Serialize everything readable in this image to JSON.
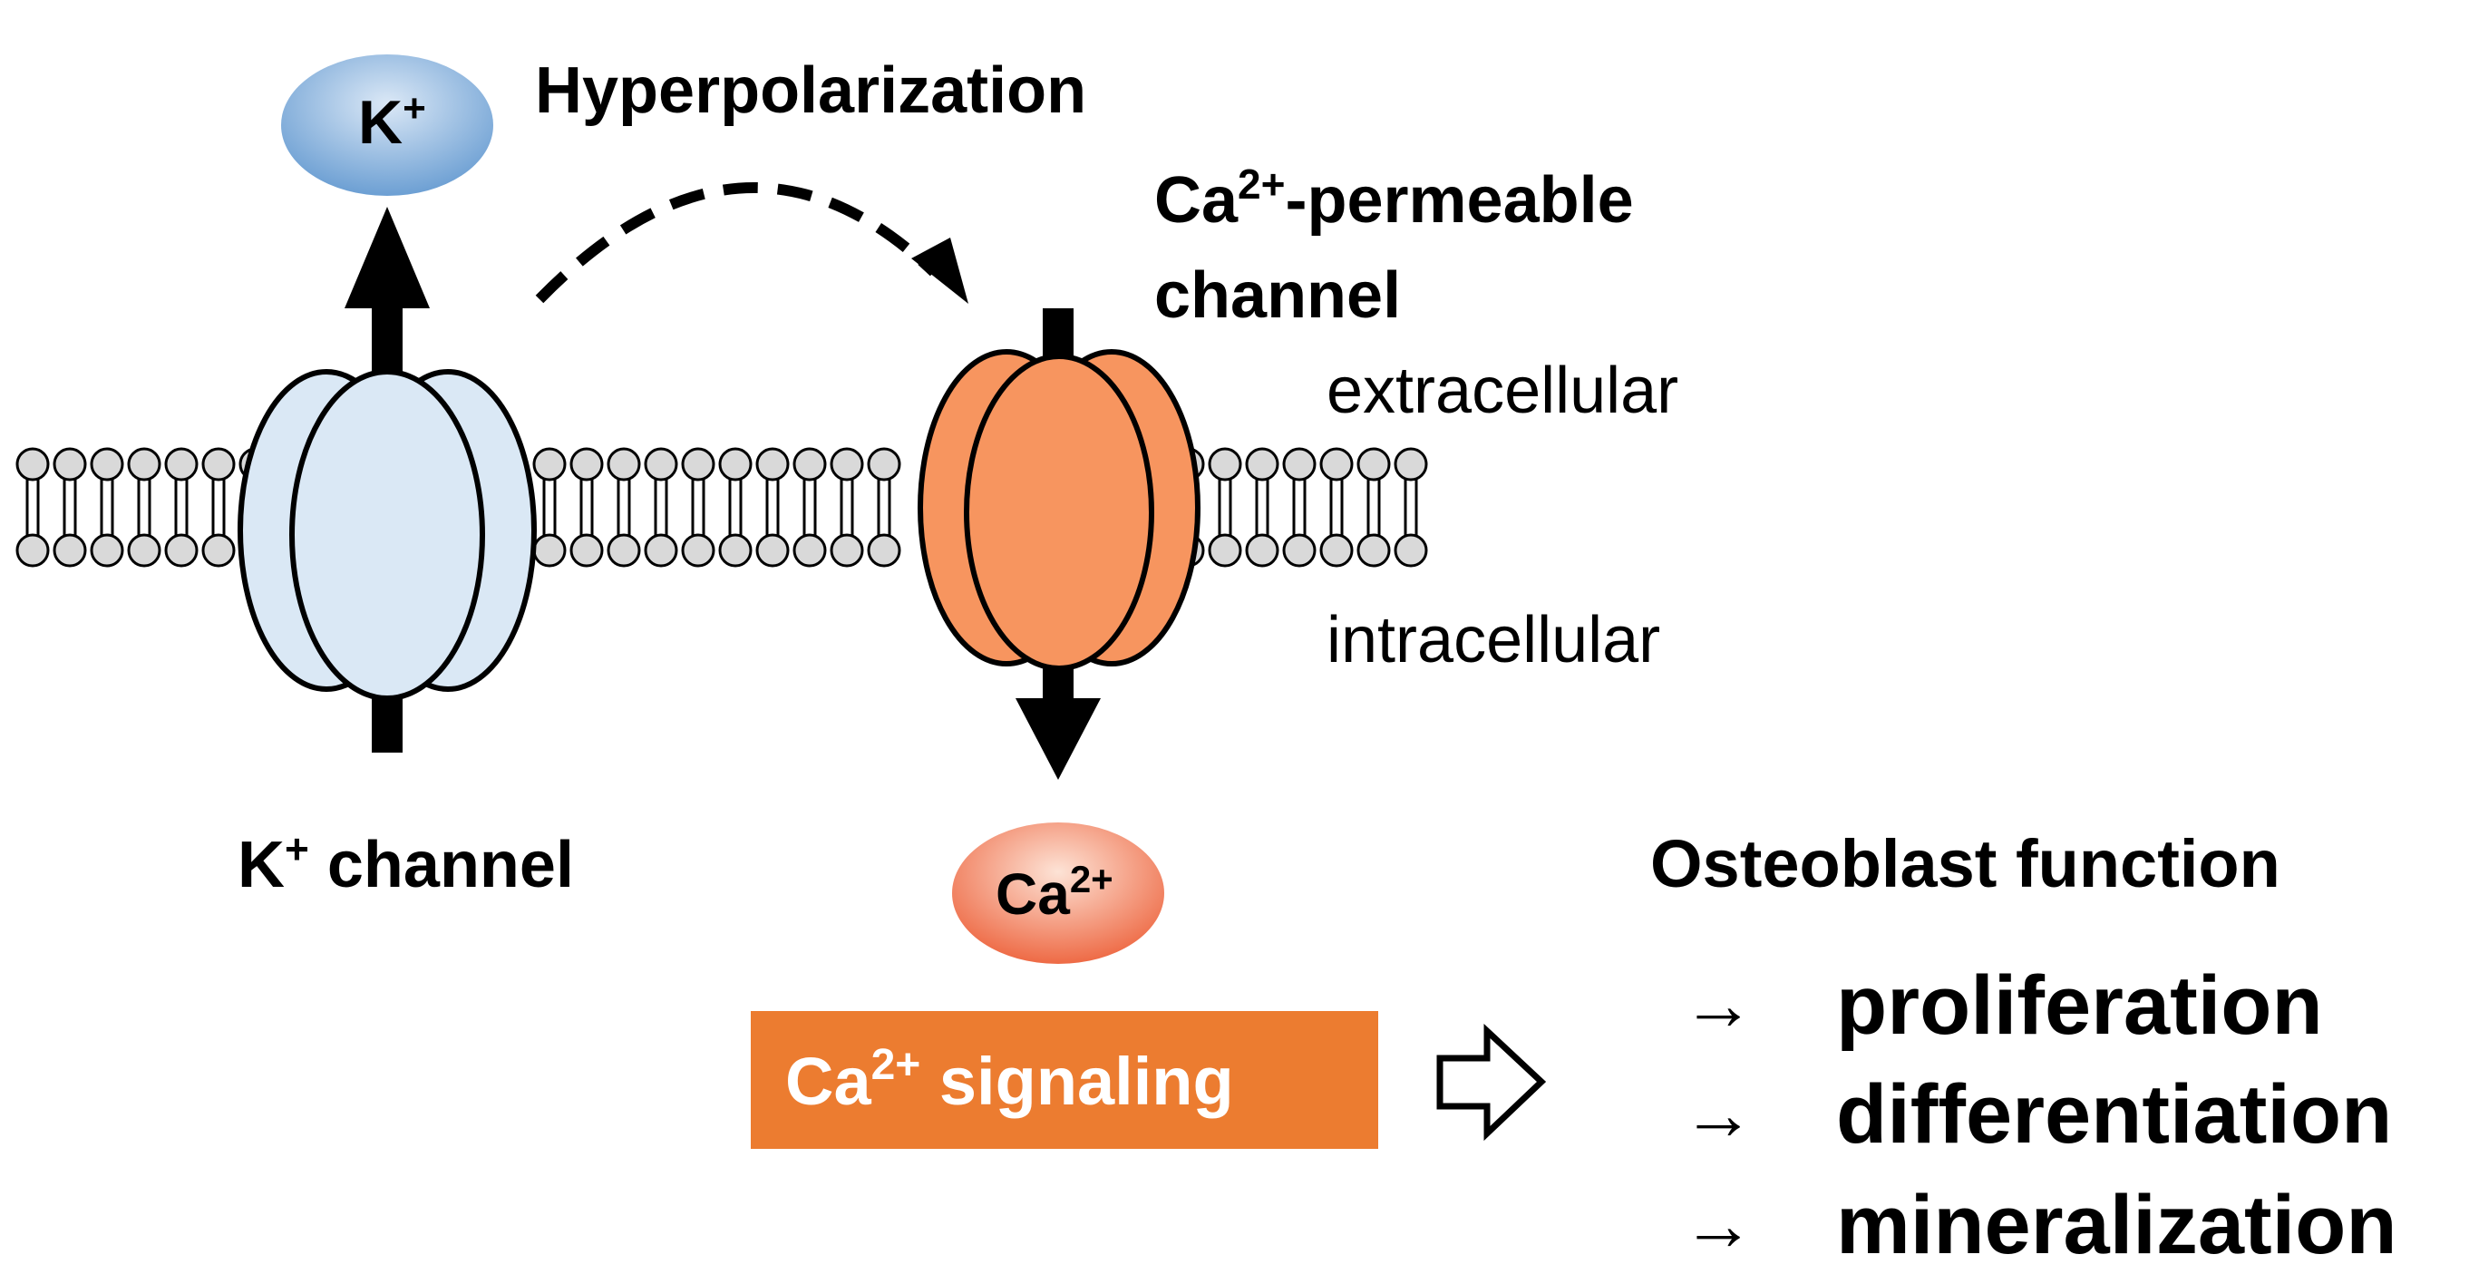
{
  "labels": {
    "k_ion_base": "K",
    "k_ion_sup": "+",
    "hyperpolarization": "Hyperpolarization",
    "ca_channel_line1_base": "Ca",
    "ca_channel_line1_sup": "2+",
    "ca_channel_line1_rest": "-permeable",
    "ca_channel_line2": "channel",
    "extracellular": "extracellular",
    "intracellular": "intracellular",
    "k_channel_base": "K",
    "k_channel_sup": "+",
    "k_channel_rest": " channel",
    "ca_ion_base": "Ca",
    "ca_ion_sup": "2+",
    "ca_signaling_base": "Ca",
    "ca_signaling_sup": "2+",
    "ca_signaling_rest": " signaling",
    "osteoblast_function": "Osteoblast function",
    "arrow_glyph": "→",
    "outcomes": [
      "proliferation",
      "differentiation",
      "mineralization"
    ]
  },
  "colors": {
    "k_channel_fill": "#dae8f5",
    "ca_channel_fill": "#f7955f",
    "signaling_box": "#ec7c30",
    "signaling_text": "#ffffff",
    "k_ion_light": "#dbe8f6",
    "k_ion_dark": "#6c9fd3",
    "ca_ion_light": "#fde3d6",
    "ca_ion_dark": "#ee6a45",
    "lipid_head": "#d9d9d9"
  }
}
